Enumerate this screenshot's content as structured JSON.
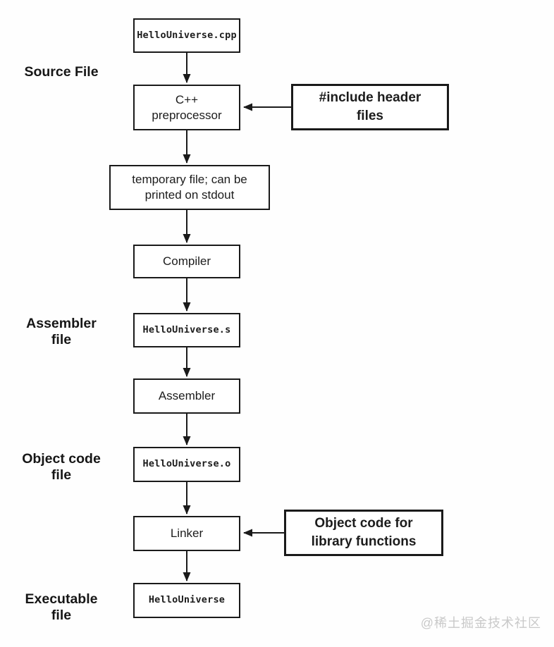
{
  "diagram": {
    "stage_labels": {
      "source": "Source File",
      "assembler": "Assembler\nfile",
      "object_code": "Object code\nfile",
      "executable": "Executable\nfile"
    },
    "nodes": {
      "source_file": "HelloUniverse.cpp",
      "preprocessor": "C++\npreprocessor",
      "include_headers": "#include header\nfiles",
      "temp_file": "temporary file; can be\nprinted on stdout",
      "compiler": "Compiler",
      "assembler_file": "HelloUniverse.s",
      "assembler": "Assembler",
      "object_file": "HelloUniverse.o",
      "linker": "Linker",
      "library_objects": "Object code for\nlibrary functions",
      "executable_file": "HelloUniverse"
    },
    "colors": {
      "box_border": "#1a1a1a",
      "arrow": "#1a1a1a",
      "text": "#1c1c1c",
      "watermark": "#c9c9c9",
      "background": "#ffffff"
    }
  },
  "watermark": "@稀土掘金技术社区"
}
